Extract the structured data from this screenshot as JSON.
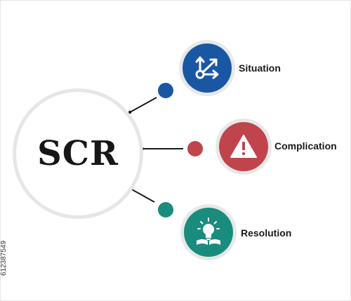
{
  "hub": {
    "title": "SCR"
  },
  "items": [
    {
      "label": "Situation",
      "icon": "arrows-icon",
      "color": "#1a57a3",
      "dot_color": "#1a57a3"
    },
    {
      "label": "Complication",
      "icon": "warning-icon",
      "color": "#c0444b",
      "dot_color": "#c0444b"
    },
    {
      "label": "Resolution",
      "icon": "lightbulb-book-icon",
      "color": "#1a8c7d",
      "dot_color": "#1a8c7d"
    }
  ],
  "stock_id": "612387549"
}
